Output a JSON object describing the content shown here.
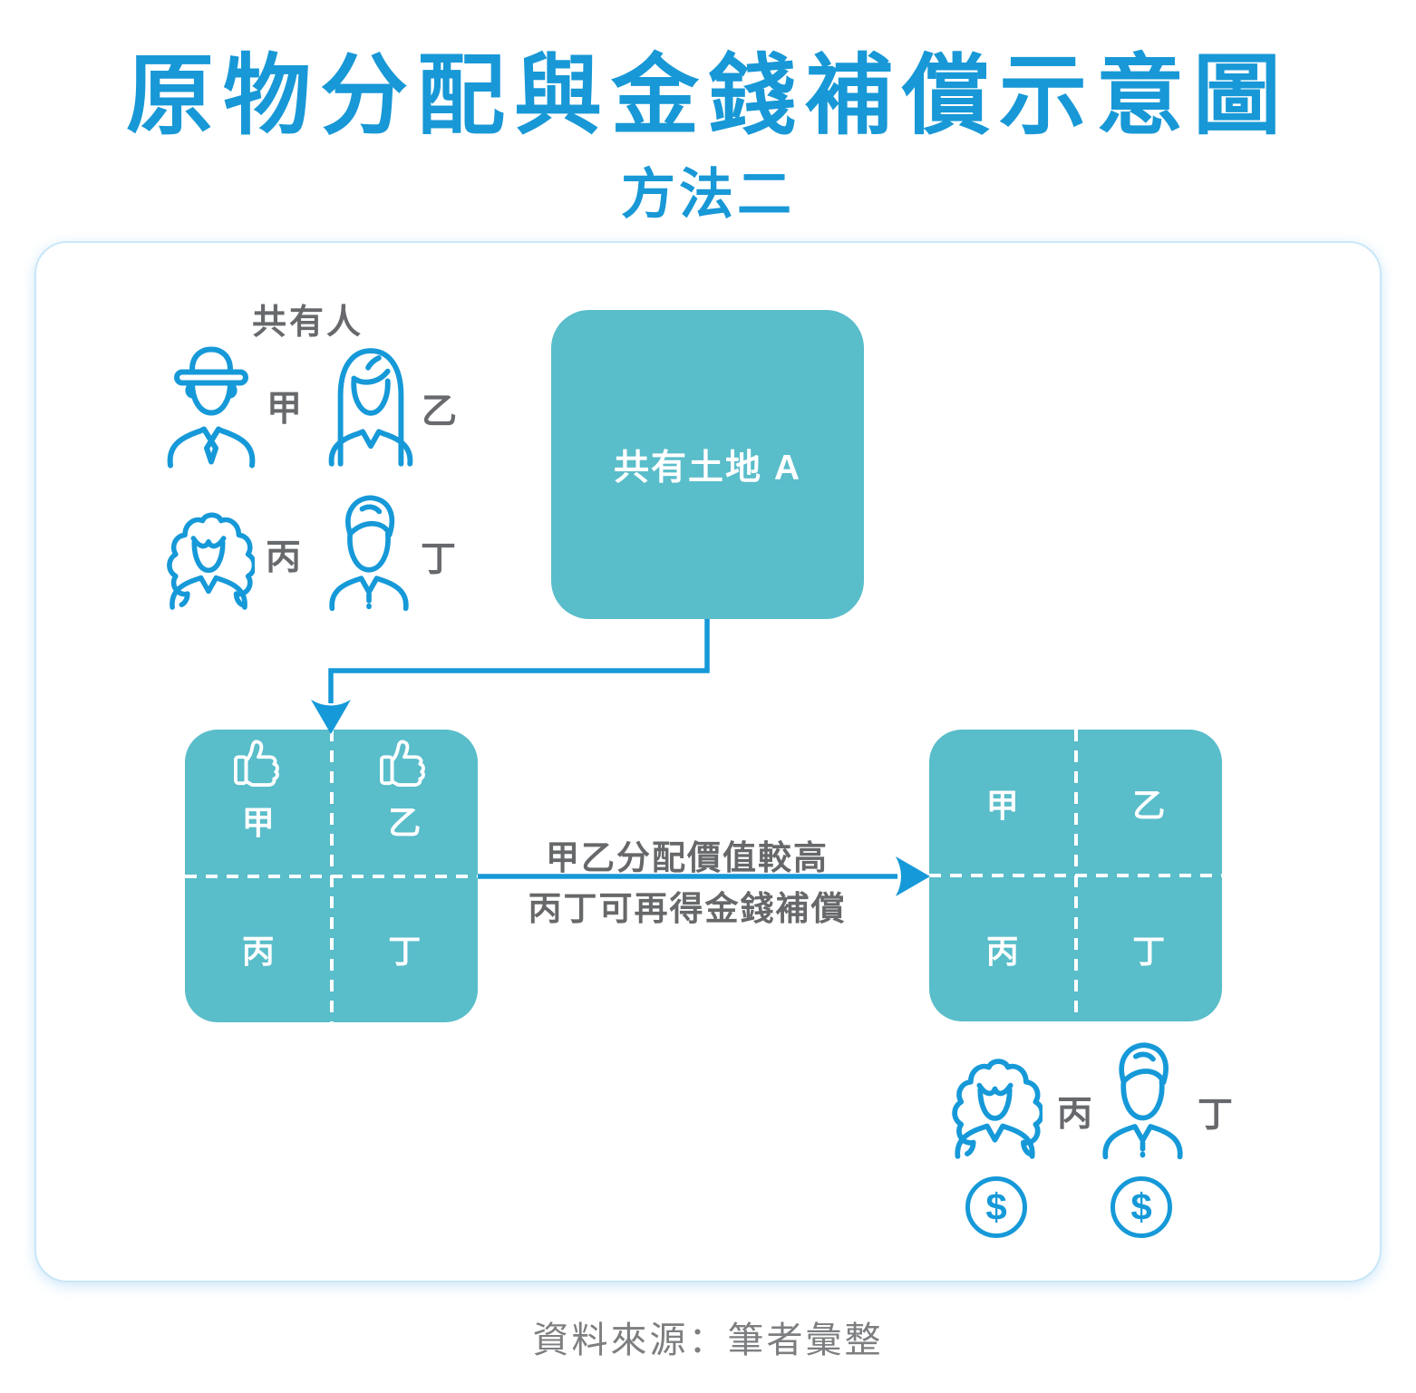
{
  "header": {
    "title": "原物分配與金錢補償示意圖",
    "subtitle": "方法二"
  },
  "owners": {
    "label": "共有人",
    "people": [
      {
        "name": "甲",
        "icon": "man-hat-icon"
      },
      {
        "name": "乙",
        "icon": "woman-long-hair-icon"
      },
      {
        "name": "丙",
        "icon": "woman-curly-hair-icon"
      },
      {
        "name": "丁",
        "icon": "man-swept-hair-icon"
      }
    ]
  },
  "land_box": {
    "label": "共有土地 A"
  },
  "before_square": {
    "quadrants": [
      {
        "label": "甲",
        "approved": true
      },
      {
        "label": "乙",
        "approved": true
      },
      {
        "label": "丙",
        "approved": false
      },
      {
        "label": "丁",
        "approved": false
      }
    ]
  },
  "transition": {
    "line1": "甲乙分配價值較高",
    "line2": "丙丁可再得金錢補償"
  },
  "after_square": {
    "quadrants": [
      {
        "label": "甲"
      },
      {
        "label": "乙"
      },
      {
        "label": "丙"
      },
      {
        "label": "丁"
      }
    ]
  },
  "compensation": {
    "people": [
      {
        "name": "丙",
        "icon": "woman-curly-hair-icon",
        "money": "$"
      },
      {
        "name": "丁",
        "icon": "man-swept-hair-icon",
        "money": "$"
      }
    ]
  },
  "footer": {
    "source": "資料來源：筆者彙整"
  },
  "colors": {
    "accent_blue": "#1699d8",
    "teal": "#59bdca",
    "label_gray": "#67696c",
    "footer_gray": "#7c7e80"
  }
}
